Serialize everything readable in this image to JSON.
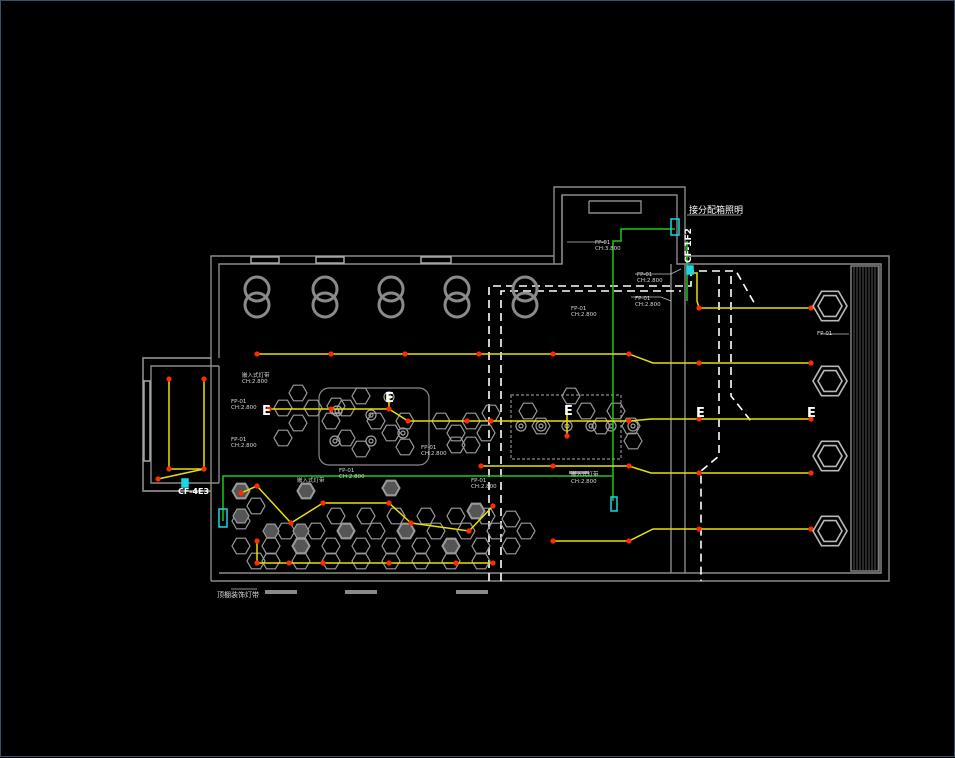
{
  "colors": {
    "background": "#000000",
    "wall": "#8a8a8a",
    "wall_light": "#b0b0b0",
    "circuit": "#e8e000",
    "ground": "#1ec81e",
    "node": "#ff2a00",
    "dashed": "#ffffff",
    "cyan": "#19d7e6",
    "label": "#d8d8d8"
  },
  "labels": {
    "panel_right": "CF-1F2",
    "panel_left": "CF-4E3",
    "distribution_note": "接分配箱照明",
    "bottom_left_note": "顶棚装饰灯带",
    "fp_top": "FP-01",
    "fp_top_sub": "CH:3.800",
    "fp_mid": "FP-01",
    "fp_mid_sub": "CH:2.800",
    "fp_right_upper": "FP-01",
    "fp_right_upper_sub": "CH:2.800",
    "fp_right_lower": "FP-01",
    "fp_right_lower_sub": "CH:2.800",
    "left_note_1": "嵌入式灯带",
    "left_note_1_sub": "CH:2.800",
    "left_note_2": "FP-01",
    "left_note_2_sub": "CH:2.800",
    "left_note_3": "FP-01",
    "left_note_3_sub": "CH:2.800",
    "center_note": "FP-01",
    "center_note_sub": "CH:2.800",
    "lower_note_1": "FP-01",
    "lower_note_1_sub": "CH:2.800",
    "lower_note_2": "嵌入式灯带",
    "lower_note_3": "FP-01",
    "lower_note_3_sub": "CH:2.800",
    "green_note": "嵌入式灯带",
    "green_note_sub": "CH:2.800",
    "wall_note": "FP-01",
    "e_marks": [
      "E",
      "E",
      "E",
      "E",
      "E"
    ]
  }
}
